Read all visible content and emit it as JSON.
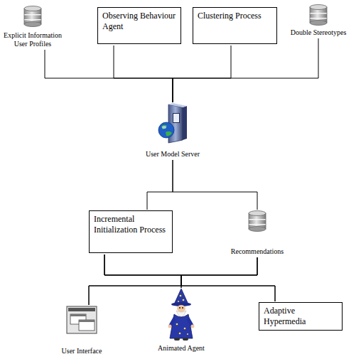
{
  "diagram": {
    "nodes": [
      {
        "text": [
          "Explicit Information User Profiles"
        ]
      },
      {
        "text": [
          "Observing Behaviour Agent"
        ]
      },
      {
        "text": [
          "Clustering Process"
        ]
      },
      {
        "text": [
          "Double Stereotypes"
        ]
      },
      {
        "text": [
          "User Model Server"
        ]
      },
      {
        "text": [
          "Incremental Initialization Process"
        ]
      },
      {
        "text": [
          "Recommendations"
        ]
      },
      {
        "text": [
          "User Interface"
        ]
      },
      {
        "text": [
          "Animated Agent"
        ]
      },
      {
        "text": [
          "Adaptive Hypermedia"
        ]
      }
    ],
    "edges": [
      {
        "from": 0,
        "to": 4,
        "arrow": "none"
      },
      {
        "from": 1,
        "to": 4,
        "arrow": "none"
      },
      {
        "from": 2,
        "to": 4,
        "arrow": "none"
      },
      {
        "from": 3,
        "to": 4,
        "arrow": "none"
      },
      {
        "from": 4,
        "to": 5,
        "arrow": "none"
      },
      {
        "from": 4,
        "to": 6,
        "arrow": "none"
      },
      {
        "from": 5,
        "to": 7,
        "arrow": "none"
      },
      {
        "from": 5,
        "to": 8,
        "arrow": "none"
      },
      {
        "from": 5,
        "to": 9,
        "arrow": "none"
      },
      {
        "from": 6,
        "to": 7,
        "arrow": "none"
      },
      {
        "from": 6,
        "to": 8,
        "arrow": "none"
      },
      {
        "from": 6,
        "to": 9,
        "arrow": "none"
      }
    ]
  }
}
